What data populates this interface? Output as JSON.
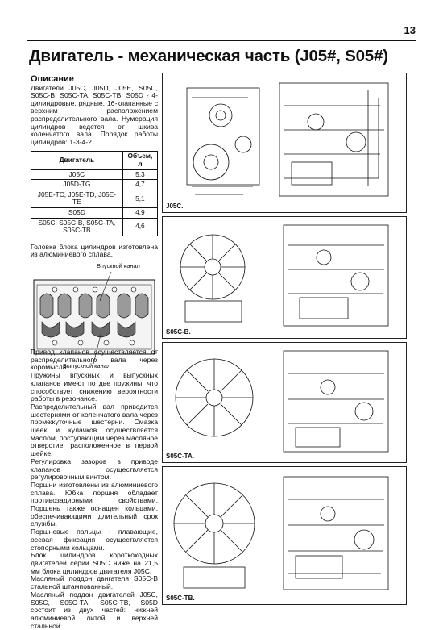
{
  "page": {
    "number": "13",
    "title": "Двигатель - механическая часть (J05#, S05#)"
  },
  "description": {
    "heading": "Описание",
    "intro": "Двигатели J05C, J05D, J05E, S05C, S05C-B, S05C-TA, S05C-TB, S05D - 4-цилиндровые, рядные, 16-клапанные с верхним расположением распределительного вала. Нумерация цилиндров ведется от шкива коленчатого вала. Порядок работы цилиндров: 1-3-4-2."
  },
  "spec_table": {
    "headers": [
      "Двигатель",
      "Объем, л"
    ],
    "rows": [
      [
        "J05C",
        "5,3"
      ],
      [
        "J05D-TG",
        "4,7"
      ],
      [
        "J05E-TC, J05E-TD, J05E-TE",
        "5,1"
      ],
      [
        "S05D",
        "4,9"
      ],
      [
        "S05C, S05C-B, S05C-TA, S05C-TB",
        "4,6"
      ]
    ]
  },
  "head_note": "Головка блока цилиндров изготовлена из алюминиевого сплава.",
  "head_illustration": {
    "intake_label": "Впускной канал",
    "exhaust_label": "Выпускной канал"
  },
  "body_text": [
    "Привод клапанов осуществляется от распределительного вала через коромысла.",
    "Пружины впускных и выпускных клапанов имеют по две пружины, что способствует снижению вероятности работы в резонансе.",
    "Распределительный вал приводится шестернями от коленчатого вала через промежуточные шестерни. Смазка шеек и кулачков осуществляется маслом, поступающим через масляное отверстие, расположенное в первой шейке.",
    "Регулировка зазоров в приводе клапанов осуществляется регулировочным винтом.",
    "Поршни изготовлены из алюминиевого сплава. Юбка поршня обладает противозадирными свойствами. Поршень также оснащен кольцами, обеспечивающими длительный срок службы.",
    "Поршневые пальцы - плавающие, осевая фиксация осуществляется стопорными кольцами.",
    "Блок цилиндров короткоходных двигателей серии S05C ниже на 21,5 мм блока цилиндров двигателя J05C.",
    "Масляный поддон двигателя S05C-B стальной штампованный.",
    "Масляный поддон двигателей J05C, S05C, S05C-TA, S05C-TB, S05D состоит из двух частей: нижней алюминиевой литой и верхней стальной."
  ],
  "engine_figures": [
    {
      "caption": "J05C."
    },
    {
      "caption": "S05C-B."
    },
    {
      "caption": "S05C-TA."
    },
    {
      "caption": "S05C-TB."
    }
  ]
}
